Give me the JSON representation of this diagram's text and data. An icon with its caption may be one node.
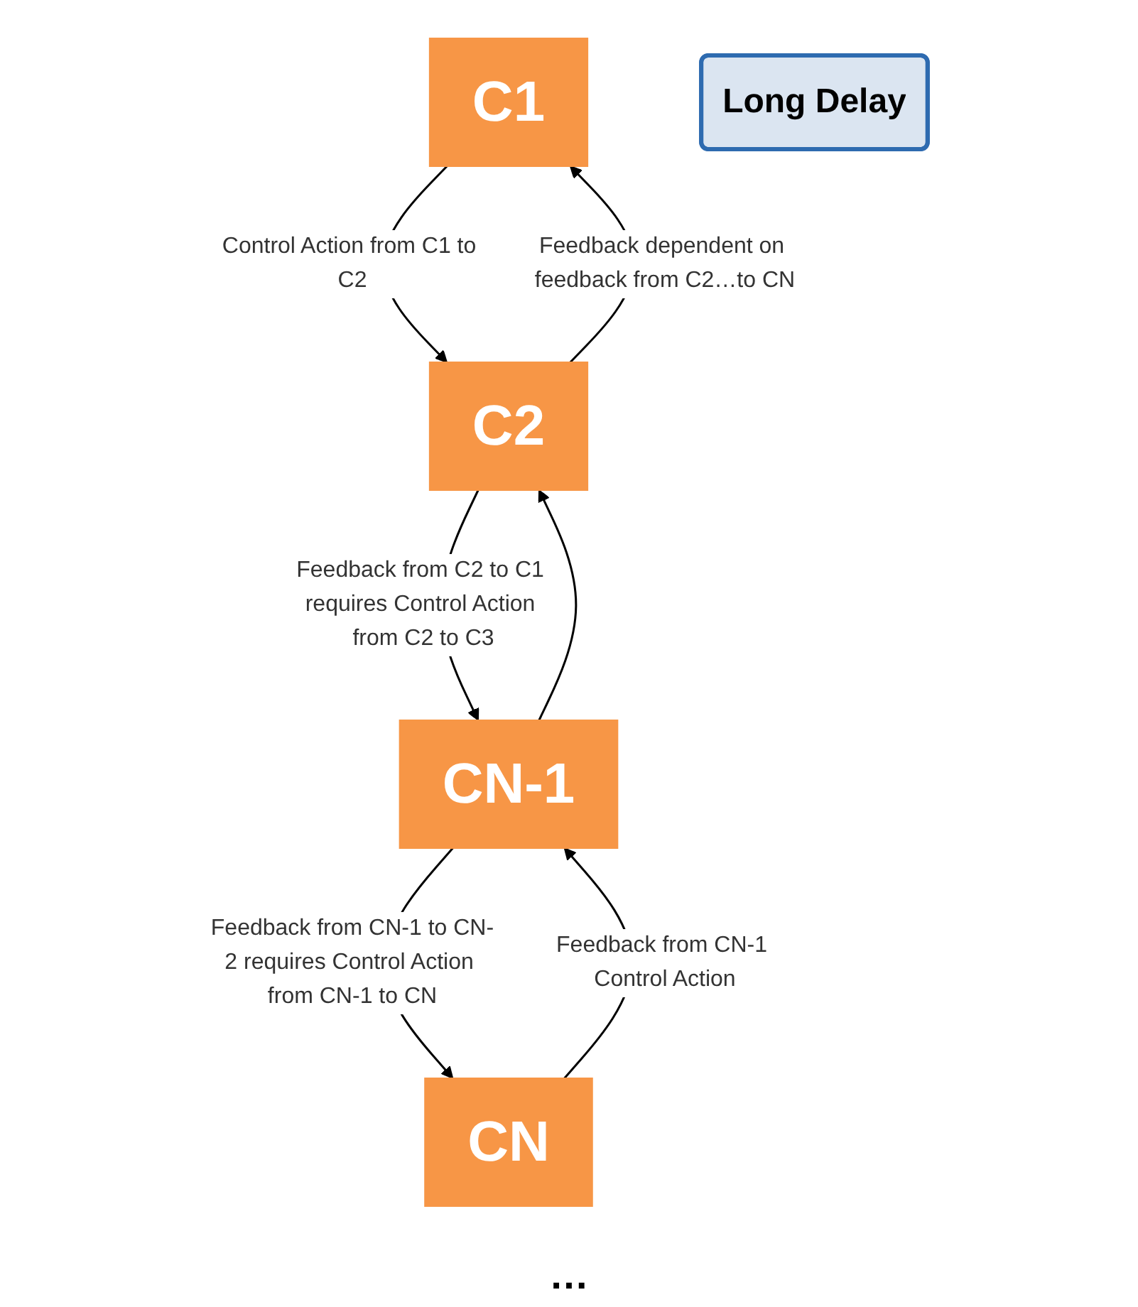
{
  "diagram": {
    "nodes": [
      {
        "text": [
          "C1"
        ]
      },
      {
        "text": [
          "C2"
        ]
      },
      {
        "text": [
          "CN-1"
        ]
      },
      {
        "text": [
          "CN"
        ]
      },
      {
        "text": [
          "Long Delay"
        ]
      }
    ],
    "edges": [
      {
        "from": 0,
        "to": 1,
        "arrow": "to",
        "label": "Control Action from C1 to C2"
      },
      {
        "from": 1,
        "to": 0,
        "arrow": "to",
        "label": "Feedback dependent on feedback from C2…to CN"
      },
      {
        "from": 1,
        "to": 2,
        "arrow": "to",
        "label": "Feedback from C2 to C1 requires Control Action from C2 to C3"
      },
      {
        "from": 2,
        "to": 1,
        "arrow": "to"
      },
      {
        "from": 2,
        "to": 3,
        "arrow": "to",
        "label": "Feedback from CN-1 to CN-2 requires Control Action from CN-1 to CN"
      },
      {
        "from": 3,
        "to": 2,
        "arrow": "to",
        "label": "Feedback from CN-1 Control Action"
      }
    ],
    "labels": [
      "…"
    ]
  }
}
